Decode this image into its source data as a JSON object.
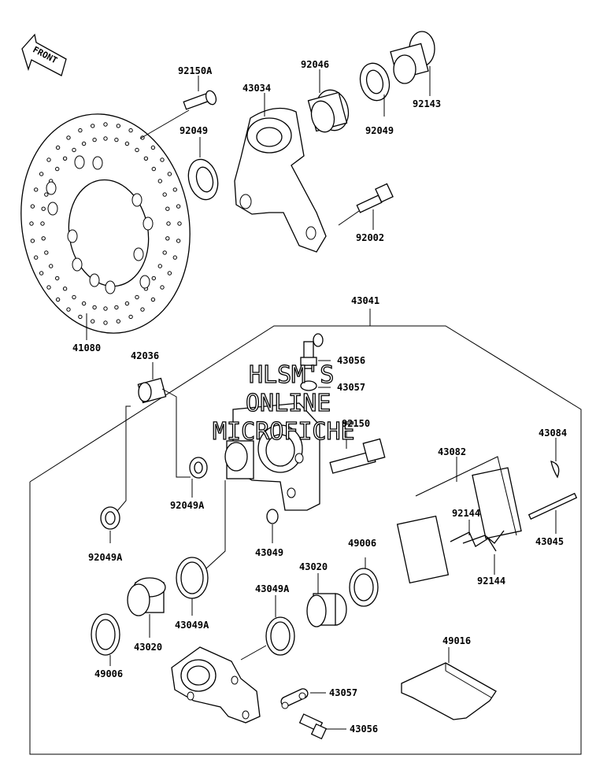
{
  "front_label": "FRONT",
  "watermark": [
    "HLSM'S",
    "ONLINE",
    "MICROFICHE"
  ],
  "labels": {
    "p92150A": "92150A",
    "p43034": "43034",
    "p92046": "92046",
    "p92049_top": "92049",
    "p92049_mid": "92049",
    "p92143": "92143",
    "p92002": "92002",
    "p41080": "41080",
    "p43041": "43041",
    "p42036": "42036",
    "p43056_top": "43056",
    "p43057_top": "43057",
    "p92150": "92150",
    "p43084": "43084",
    "p43082": "43082",
    "p92049A_mid": "92049A",
    "p92144_a": "92144",
    "p92144_b": "92144",
    "p43045": "43045",
    "p92049A_left": "92049A",
    "p43049": "43049",
    "p49006_right": "49006",
    "p43020_mid": "43020",
    "p43049A_right": "43049A",
    "p43049A_left": "43049A",
    "p43020_left": "43020",
    "p49016": "49016",
    "p49006_left": "49006",
    "p43057_bottom": "43057",
    "p43056_bottom": "43056"
  }
}
